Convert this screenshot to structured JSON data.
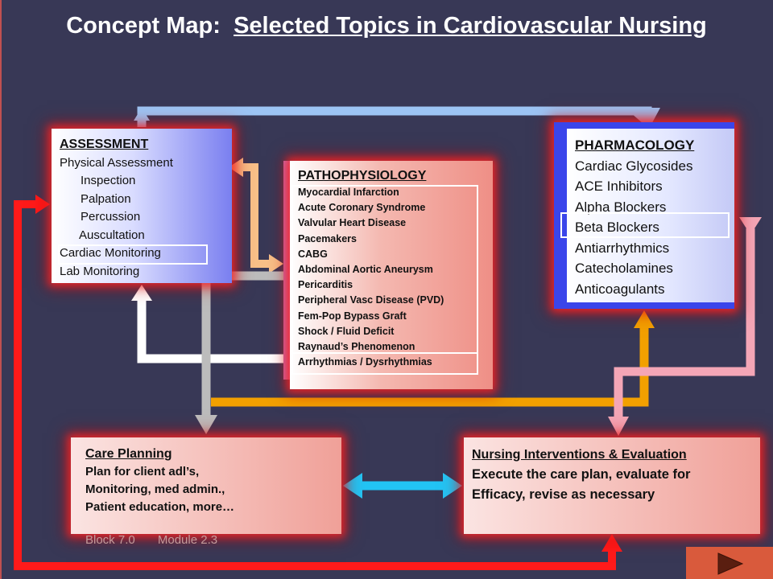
{
  "title": {
    "prefix": "Concept Map:",
    "main": "Selected Topics in Cardiovascular Nursing"
  },
  "assessment": {
    "header": "ASSESSMENT",
    "items": [
      "Physical Assessment",
      "Inspection",
      "Palpation",
      "Percussion",
      "Auscultation",
      "Cardiac Monitoring",
      "Lab Monitoring"
    ]
  },
  "pathophysiology": {
    "header": "PATHOPHYSIOLOGY",
    "items": [
      "Myocardial Infarction",
      "Acute Coronary Syndrome",
      "Valvular Heart Disease",
      "Pacemakers",
      "CABG",
      "Abdominal Aortic Aneurysm",
      "Pericarditis",
      "Peripheral Vasc Disease (PVD)",
      "Fem-Pop Bypass Graft",
      "Shock / Fluid Deficit",
      "Raynaud’s Phenomenon",
      "Arrhythmias / Dysrhythmias"
    ]
  },
  "pharmacology": {
    "header": "PHARMACOLOGY",
    "items": [
      "Cardiac Glycosides",
      "ACE Inhibitors",
      "Alpha Blockers",
      "Beta Blockers",
      "Antiarrhythmics",
      "Catecholamines",
      "Anticoagulants"
    ]
  },
  "care_planning": {
    "header": "Care Planning",
    "lines": [
      "Plan for client adl’s,",
      "Monitoring, med admin.,",
      "Patient education, more…"
    ]
  },
  "nursing": {
    "header": "Nursing Interventions & Evaluation",
    "lines": [
      "Execute  the care plan, evaluate for",
      "Efficacy, revise as necessary"
    ]
  },
  "footer": {
    "block": "Block 7.0",
    "module": "Module 2.3"
  },
  "icons": {
    "next": "play-triangle-icon"
  },
  "colors": {
    "background": "#383856",
    "arrow_light_blue": "#9cc4f4",
    "arrow_peach": "#f8c088",
    "arrow_gray": "#bcbcbc",
    "arrow_white": "#ffffff",
    "arrow_orange": "#f2a000",
    "arrow_pink": "#f4a6b6",
    "arrow_cyan": "#22c4f4",
    "arrow_red": "#ff1a1a",
    "next_button": "#d95a3c"
  }
}
